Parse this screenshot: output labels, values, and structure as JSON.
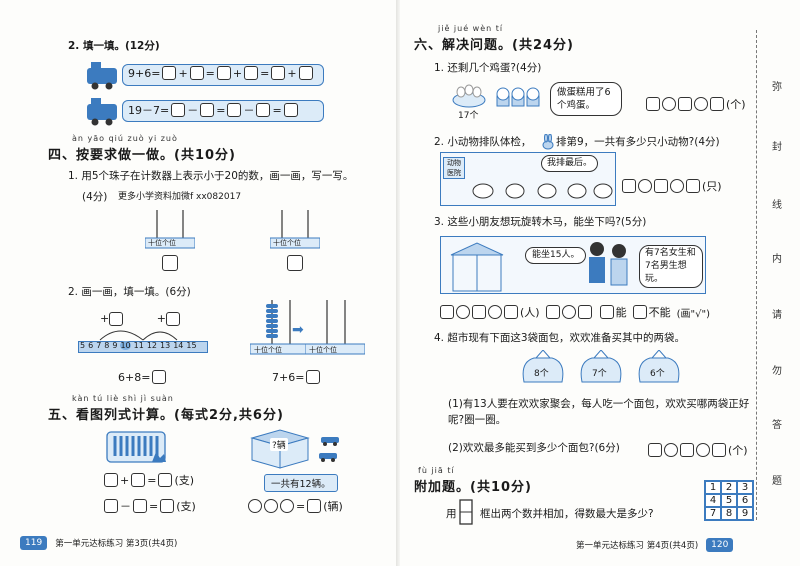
{
  "left": {
    "q2_title": "2. 填一填。(12分)",
    "train_eq1": [
      "9+6=",
      "+",
      "=",
      "+",
      "+",
      "=",
      "+"
    ],
    "train_eq2": [
      "19－7=",
      "－",
      "=",
      "－",
      "－",
      "=",
      "－"
    ],
    "sec4_pinyin": "àn yāo qiú zuò yi zuò",
    "sec4_title": "四、按要求做一做。(共10分)",
    "s4q1": "1. 用5个珠子在计数器上表示小于20的数，画一画，写一写。",
    "s4q1_score": "(4分)",
    "s4q1_note": "更多小学资料加微f xx082017",
    "abacus_label": "十位个位",
    "s4q2": "2. 画一画，填一填。(6分)",
    "numline_ticks": [
      "5",
      "6",
      "7",
      "8",
      "9",
      "10",
      "11",
      "12",
      "13",
      "14",
      "15"
    ],
    "nl_plus": "+",
    "s4q2_eq1": "6+8=",
    "s4q2_eq2": "7+6=",
    "sec5_pinyin": "kàn tú liè shì jì suàn",
    "sec5_title": "五、看图列式计算。(每式2分,共6分)",
    "box_label": "?辆",
    "total_label": "一共有12辆。",
    "unit_zhi": "(支)",
    "unit_liang": "(辆)",
    "plus": "+",
    "minus": "－",
    "equals": "=",
    "footer_num": "119",
    "footer_text": "第一单元达标练习  第3页(共4页)"
  },
  "right": {
    "sec6_pinyin": "jiě jué wèn tí",
    "sec6_title": "六、解决问题。(共24分)",
    "q1": "1. 还剩几个鸡蛋?(4分)",
    "egg_count": "17个",
    "q1_bubble": "做蛋糕用了6个鸡蛋。",
    "unit_ge": "(个)",
    "q2": "2. 小动物排队体检，",
    "q2b": "排第9，一共有多少只小动物?(4分)",
    "clinic_sign": "动物医院",
    "q2_bubble": "我排最后。",
    "unit_zhi": "(只)",
    "q3": "3. 这些小朋友想玩旋转木马，能坐下吗?(5分)",
    "q3_bubble1": "能坐15人。",
    "q3_bubble2": "有7名女生和7名男生想玩。",
    "unit_ren": "(人)",
    "can": "能",
    "cannot": "不能",
    "check_hint": "(画\"√\")",
    "q4": "4. 超市现有下面这3袋面包，欢欢准备买其中的两袋。",
    "bags": [
      "8个",
      "7个",
      "6个"
    ],
    "q4a": "(1)有13人要在欢欢家聚会，每人吃一个面包，欢欢买哪两袋正好呢?圈一圈。",
    "q4b": "(2)欢欢最多能买到多少个面包?(6分)",
    "bonus_pinyin": "fù jiā tí",
    "bonus_title": "附加题。(共10分)",
    "bonus_q_pre": "用",
    "bonus_q": "框出两个数并相加，得数最大是多少?",
    "grid": [
      "1",
      "2",
      "3",
      "4",
      "5",
      "6",
      "7",
      "8",
      "9"
    ],
    "footer_text": "第一单元达标练习  第4页(共4页)",
    "footer_num": "120",
    "side_text": [
      "弥",
      "封",
      "线",
      "内",
      "请",
      "勿",
      "答",
      "题"
    ]
  },
  "colors": {
    "accent": "#3c7bbf",
    "light": "#dcebf8"
  }
}
